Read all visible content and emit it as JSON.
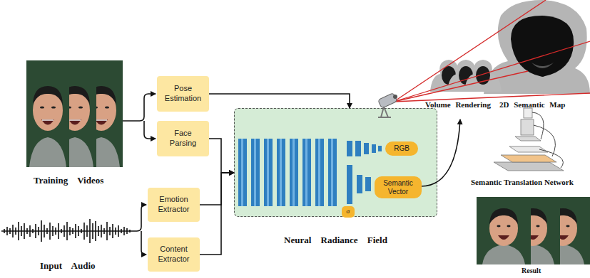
{
  "diagram": {
    "nodes": [
      {
        "text": [
          "Pose Estimation"
        ]
      },
      {
        "text": [
          "Face Parsing"
        ]
      },
      {
        "text": [
          "Emotion Extractor"
        ]
      },
      {
        "text": [
          "Content Extractor"
        ]
      },
      {
        "text": [
          "Neural Radiance Field"
        ]
      },
      {
        "text": [
          "RGB"
        ],
        "in": 4
      },
      {
        "text": [
          "Semantic Vector"
        ],
        "in": 4
      },
      {
        "text": [
          "σ"
        ],
        "in": 4
      }
    ],
    "edges": [
      {
        "from": 0,
        "to": 4,
        "arrow": "to"
      },
      {
        "from": 1,
        "to": 4,
        "arrow": "to"
      },
      {
        "from": 2,
        "to": 4,
        "arrow": "to"
      },
      {
        "from": 3,
        "to": 4,
        "arrow": "to"
      }
    ],
    "labels": [
      "Training Videos",
      "Input Audio",
      "Volume Rendering",
      "2D Semantic Map",
      "Semantic Translation Network",
      "Result"
    ]
  }
}
